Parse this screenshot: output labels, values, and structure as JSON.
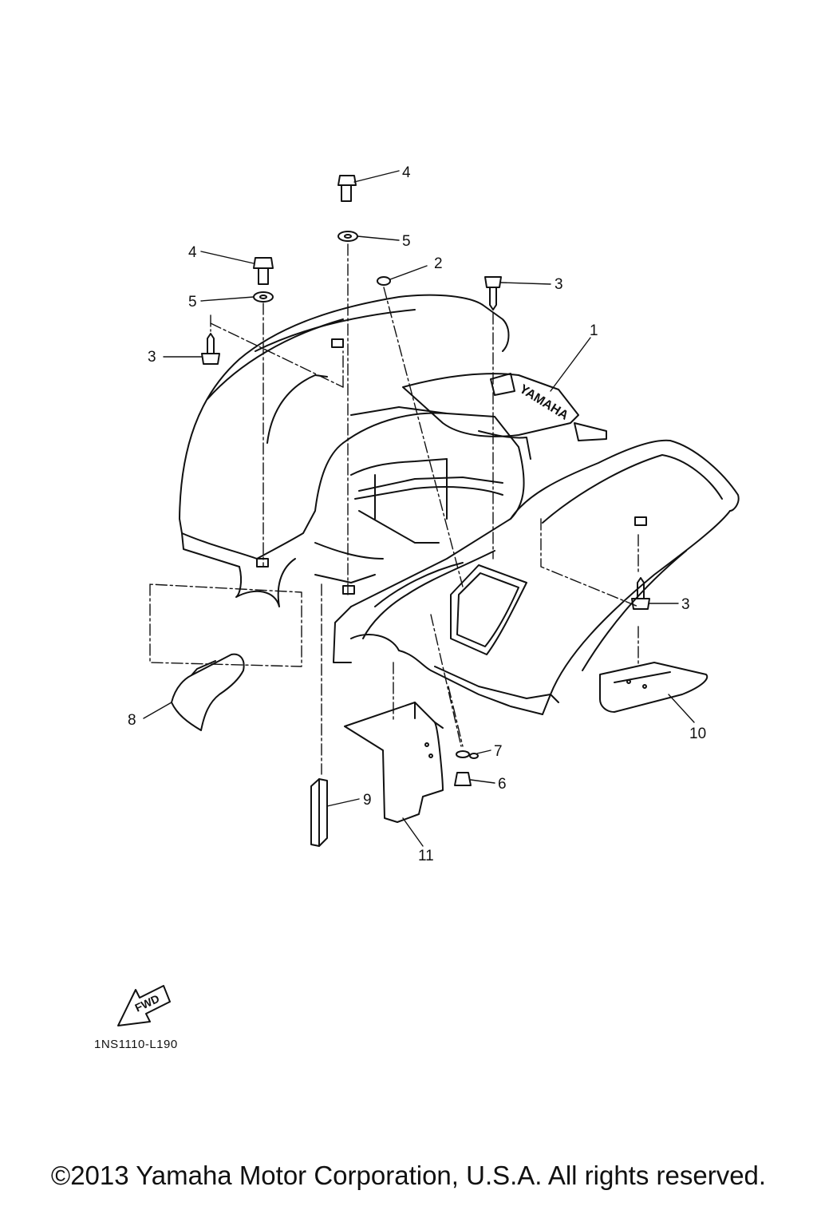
{
  "callouts": [
    {
      "id": "1",
      "label": "1"
    },
    {
      "id": "2",
      "label": "2"
    },
    {
      "id": "3a",
      "label": "3"
    },
    {
      "id": "3b",
      "label": "3"
    },
    {
      "id": "3c",
      "label": "3"
    },
    {
      "id": "4a",
      "label": "4"
    },
    {
      "id": "4b",
      "label": "4"
    },
    {
      "id": "5a",
      "label": "5"
    },
    {
      "id": "5b",
      "label": "5"
    },
    {
      "id": "6",
      "label": "6"
    },
    {
      "id": "7",
      "label": "7"
    },
    {
      "id": "8",
      "label": "8"
    },
    {
      "id": "9",
      "label": "9"
    },
    {
      "id": "10",
      "label": "10"
    },
    {
      "id": "11",
      "label": "11"
    }
  ],
  "fwd_label": "FWD",
  "fender_logo": "YAMAHA",
  "diagram_ref": "1NS1110-L190",
  "copyright": "©2013 Yamaha Motor Corporation, U.S.A. All rights reserved."
}
